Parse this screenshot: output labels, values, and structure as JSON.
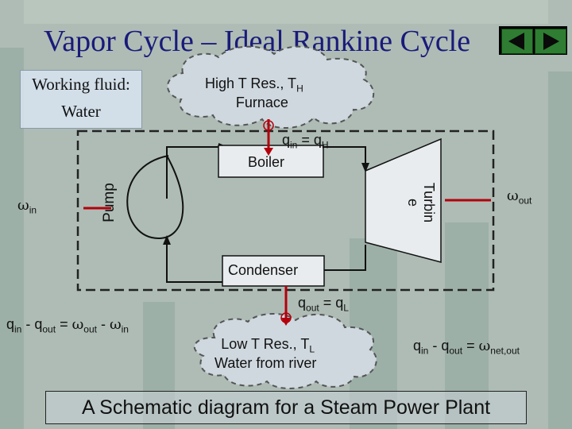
{
  "slide": {
    "title": "Vapor Cycle – Ideal Rankine Cycle",
    "working_fluid_line1": "Working fluid:",
    "working_fluid_line2": "Water",
    "footer": "A Schematic diagram for a Steam Power Plant"
  },
  "diagram": {
    "high_res_line1": "High T Res., T",
    "high_res_sub": "H",
    "high_res_line2": "Furnace",
    "q_in_q": "q",
    "q_in_sub": "in",
    "q_in_eq": " = q",
    "q_in_sub2": "H",
    "boiler": "Boiler",
    "pump": "Pump",
    "turbine_line1": "Turbin",
    "turbine_line2": "e",
    "w_in_symbol": "ω",
    "w_in_sub": "in",
    "w_out_symbol": "ω",
    "w_out_sub": "out",
    "condenser": "Condenser",
    "q_out_q": "q",
    "q_out_sub": "out",
    "q_out_eq": " = q",
    "q_out_sub2": "L",
    "low_res_line1": "Low T Res., T",
    "low_res_sub": "L",
    "low_res_line2": "Water from river",
    "eq_left_a": "q",
    "eq_left_a_sub": "in",
    "eq_left_b": " - q",
    "eq_left_b_sub": "out",
    "eq_left_c": " = ",
    "eq_left_w1": "ω",
    "eq_left_w1_sub": "out",
    "eq_left_d": " - ",
    "eq_left_w2": "ω",
    "eq_left_w2_sub": "in",
    "eq_right_a": "q",
    "eq_right_a_sub": "in",
    "eq_right_b": " - q",
    "eq_right_b_sub": "out",
    "eq_right_c": " = ",
    "eq_right_w": "ω",
    "eq_right_w_sub": "net,out"
  },
  "colors": {
    "title": "#1a1a7a",
    "heat_arrow": "#b3000c",
    "cloud_fill": "#cfd8df",
    "nav_button": "#2e7d32"
  },
  "icons": {
    "prev": "triangle-left",
    "next": "triangle-right"
  }
}
